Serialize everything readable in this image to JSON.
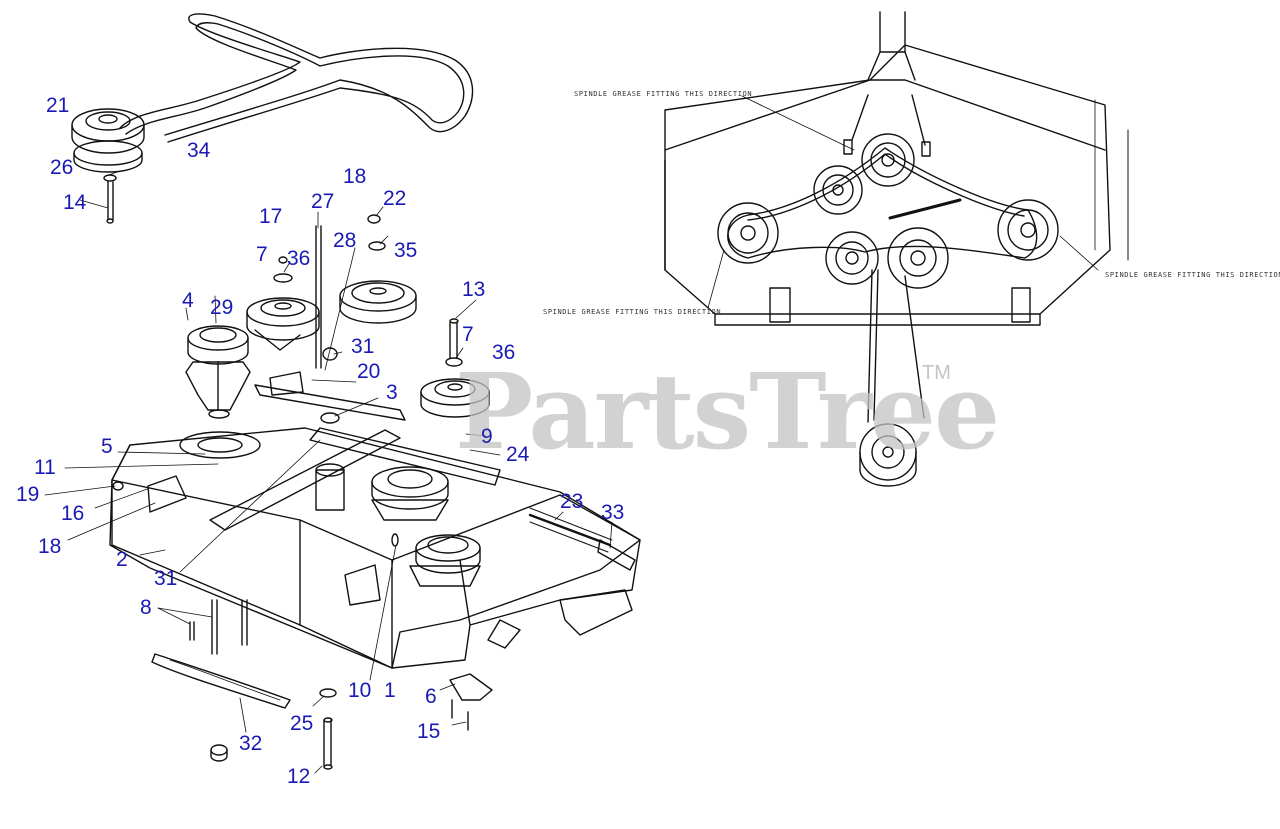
{
  "colors": {
    "callout": "#1a1ab4",
    "line": "#111111",
    "watermark": "#c4c4c4"
  },
  "watermark": {
    "brand": "PartsTree",
    "tm": "TM"
  },
  "callouts": {
    "c21": "21",
    "c34": "34",
    "c26": "26",
    "c14": "14",
    "c18a": "18",
    "c22": "22",
    "c17": "17",
    "c27": "27",
    "c7a": "7",
    "c36a": "36",
    "c28": "28",
    "c35": "35",
    "c13": "13",
    "c4": "4",
    "c29": "29",
    "c7b": "7",
    "c31a": "31",
    "c36b": "36",
    "c20": "20",
    "c3": "3",
    "c5": "5",
    "c9": "9",
    "c11": "11",
    "c24": "24",
    "c19": "19",
    "c16": "16",
    "c23": "23",
    "c33": "33",
    "c18b": "18",
    "c2": "2",
    "c31b": "31",
    "c8": "8",
    "c10": "10",
    "c1": "1",
    "c6": "6",
    "c25": "25",
    "c15": "15",
    "c32": "32",
    "c12": "12"
  },
  "notes": {
    "top": "SPINDLE GREASE FITTING THIS DIRECTION",
    "right": "SPINDLE GREASE FITTING THIS DIRECTION",
    "bottom": "SPINDLE GREASE FITTING THIS DIRECTION"
  }
}
